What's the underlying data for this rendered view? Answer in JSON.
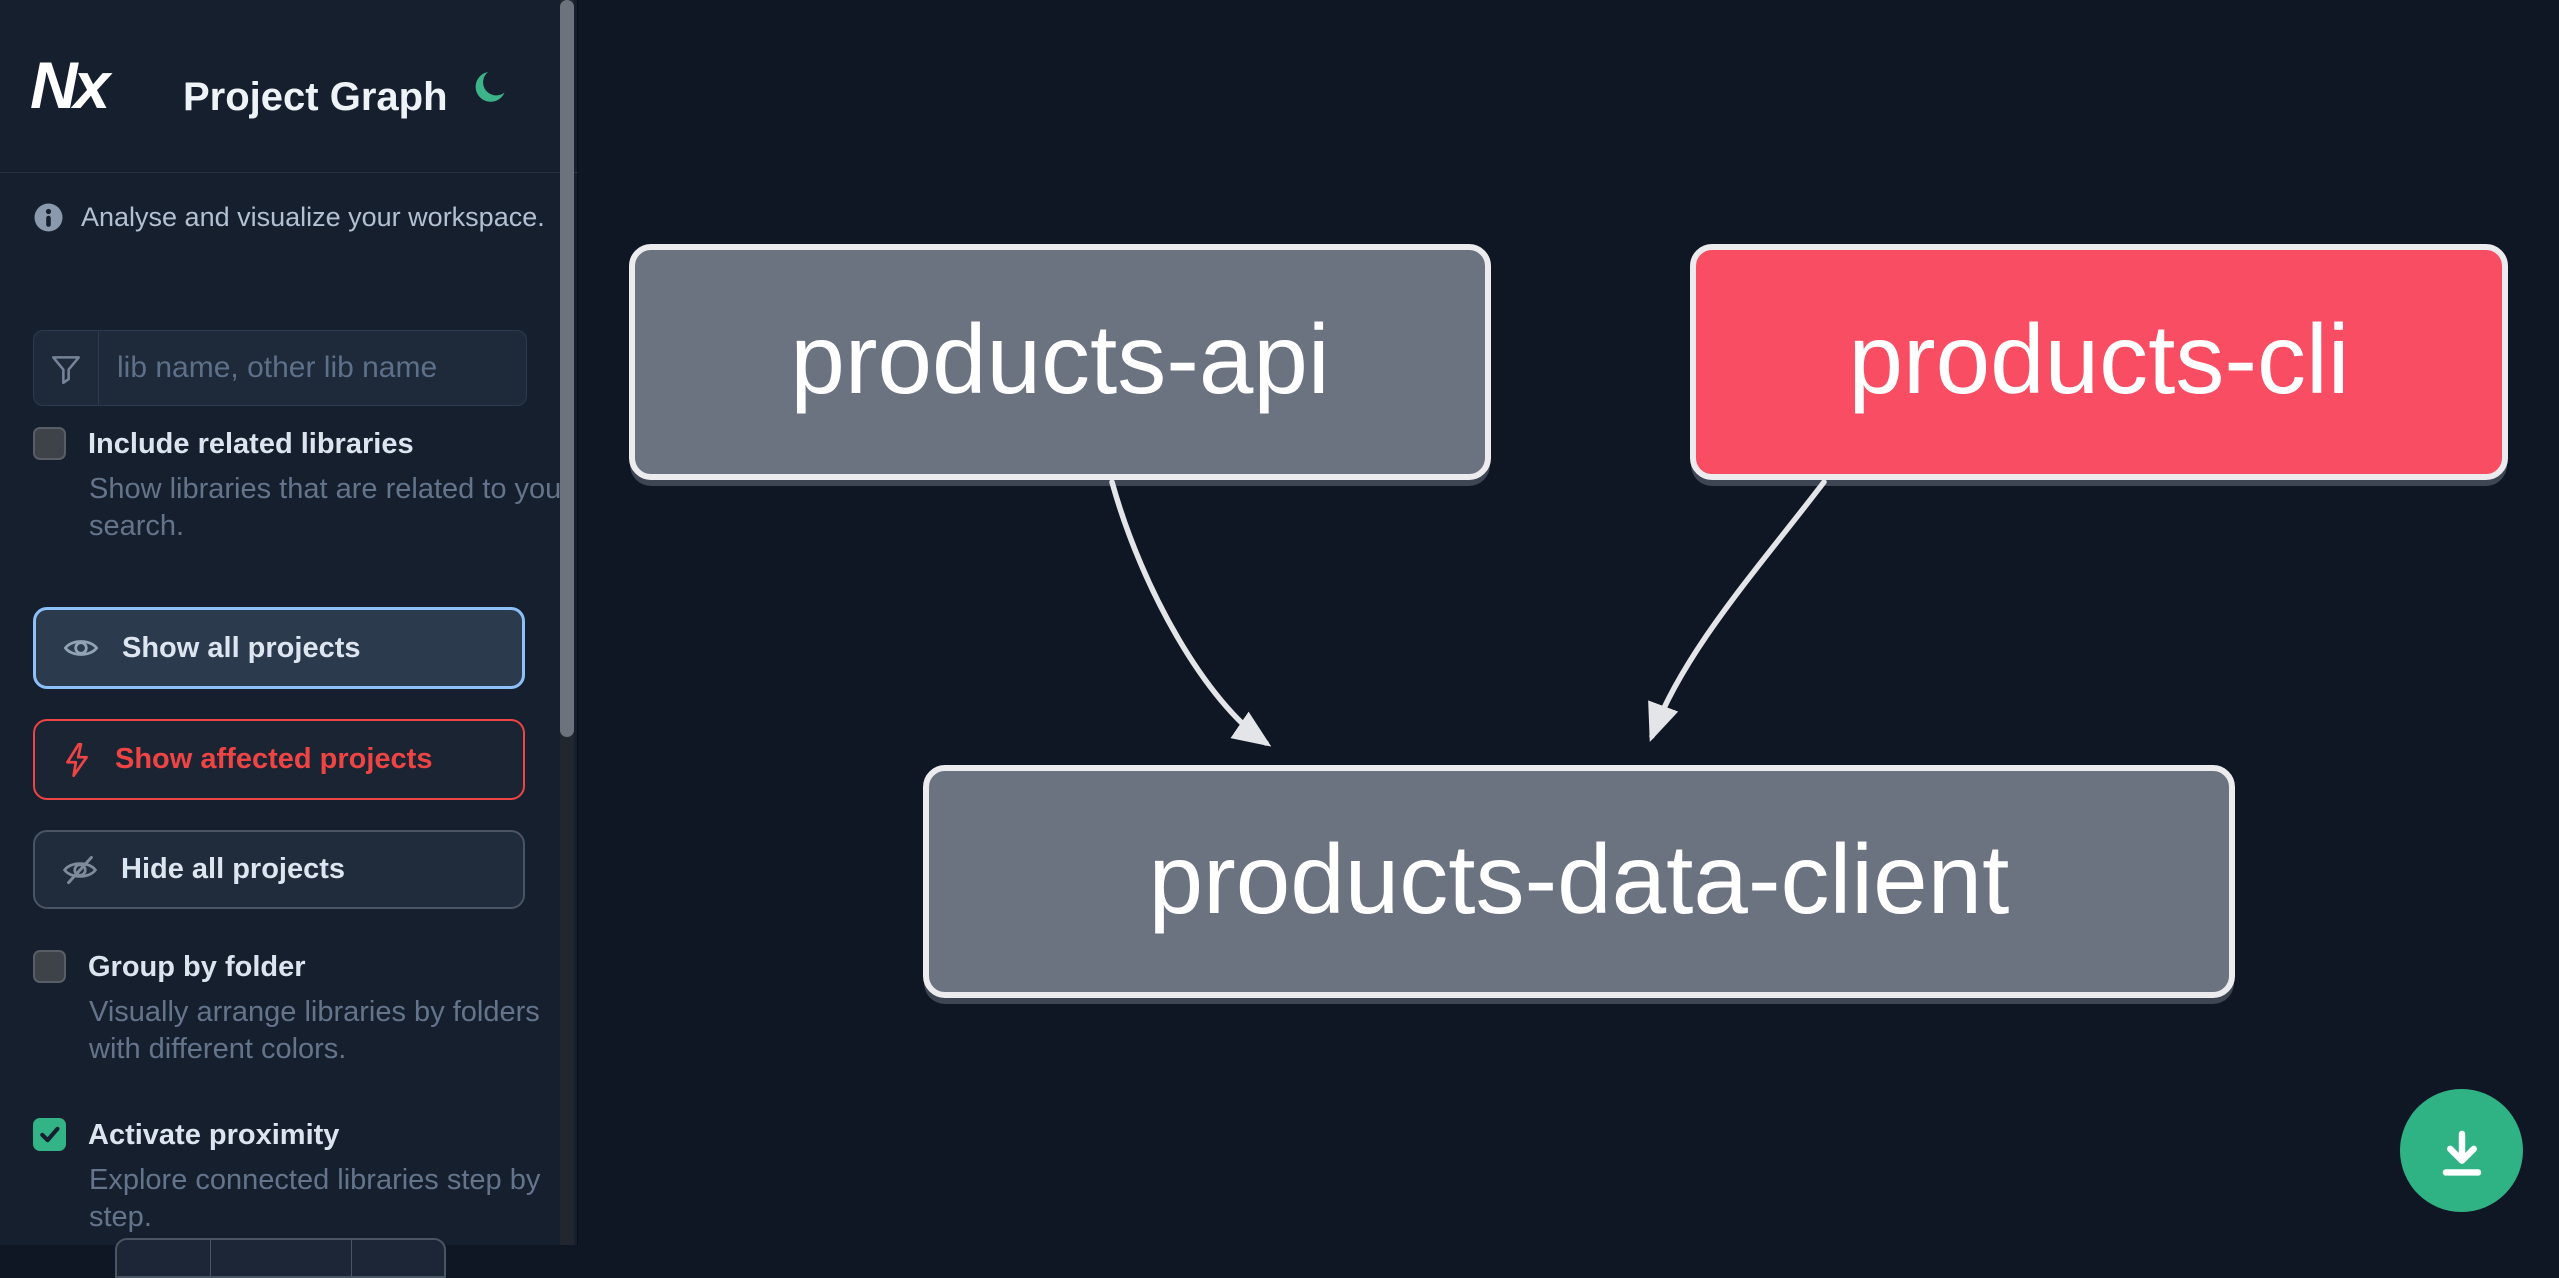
{
  "header": {
    "app_name": "Nx",
    "title": "Project Graph"
  },
  "sidebar": {
    "info_text": "Analyse and visualize your workspace.",
    "search": {
      "placeholder": "lib name, other lib name",
      "value": ""
    },
    "options": [
      {
        "label": "Include related libraries",
        "description": "Show libraries that are related to your search.",
        "checked": false
      },
      {
        "label": "Group by folder",
        "description": "Visually arrange libraries by folders with different colors.",
        "checked": false
      },
      {
        "label": "Activate proximity",
        "description": "Explore connected libraries step by step.",
        "checked": true
      }
    ],
    "actions": [
      {
        "label": "Show all projects",
        "icon": "eye-icon",
        "state": "focused"
      },
      {
        "label": "Show affected projects",
        "icon": "bolt-icon",
        "state": "affected"
      },
      {
        "label": "Hide all projects",
        "icon": "eye-off-icon",
        "state": "default"
      }
    ]
  },
  "graph": {
    "nodes": [
      {
        "label": "products-api",
        "type": "normal"
      },
      {
        "label": "products-cli",
        "type": "affected"
      },
      {
        "label": "products-data-client",
        "type": "normal"
      }
    ],
    "edges": [
      {
        "from": "products-api",
        "to": "products-data-client"
      },
      {
        "from": "products-cli",
        "to": "products-data-client"
      }
    ]
  },
  "fab": {
    "icon": "download-icon"
  },
  "colors": {
    "canvas_background": "#0f1624",
    "sidebar_background": "#161f2e",
    "node_normal": "#6b7280",
    "node_affected": "#f94d63",
    "node_border": "#ececef",
    "edge": "#e4e5e8",
    "accent_green": "#33b486",
    "focus_blue": "#8cc0f8",
    "affected_red": "#ef4444"
  }
}
